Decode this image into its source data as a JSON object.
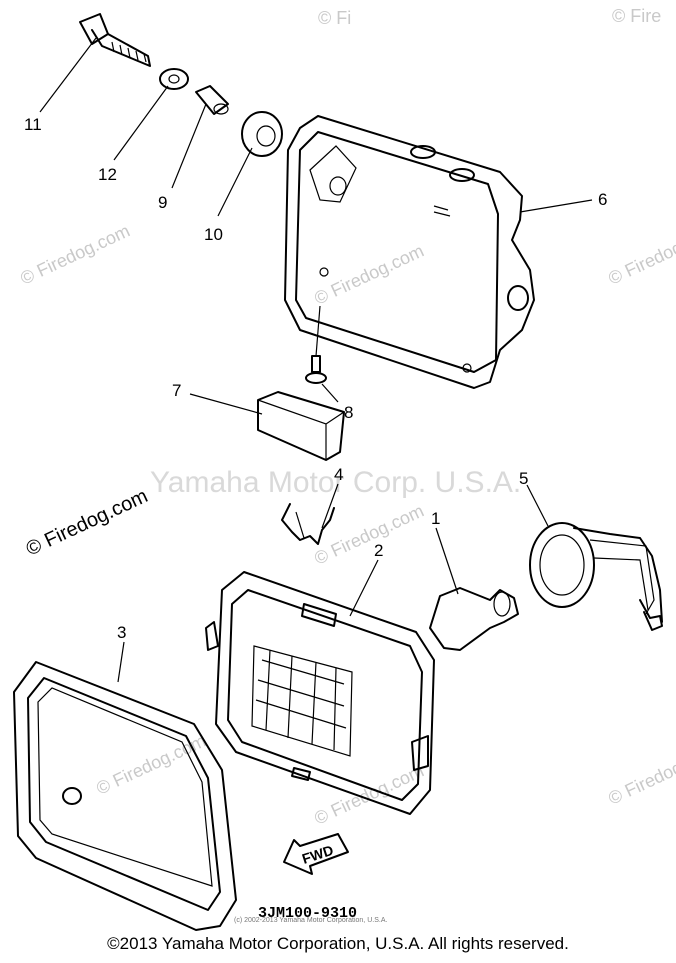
{
  "watermark": {
    "site": "© Firedog.com",
    "site_partial_top1": "© Fi",
    "site_partial_top2": "© Fire",
    "corp": "Yamaha Motor Corp. U.S.A."
  },
  "callouts": [
    "1",
    "2",
    "3",
    "4",
    "5",
    "6",
    "7",
    "8",
    "9",
    "10",
    "11",
    "12"
  ],
  "part_code": "3JM100-9310",
  "fwd_label": "FWD",
  "small_copyright": "(c) 2002-2013 Yamaha Motor Corporation, U.S.A.",
  "footer": "©2013 Yamaha Motor Corporation, U.S.A. All rights reserved."
}
